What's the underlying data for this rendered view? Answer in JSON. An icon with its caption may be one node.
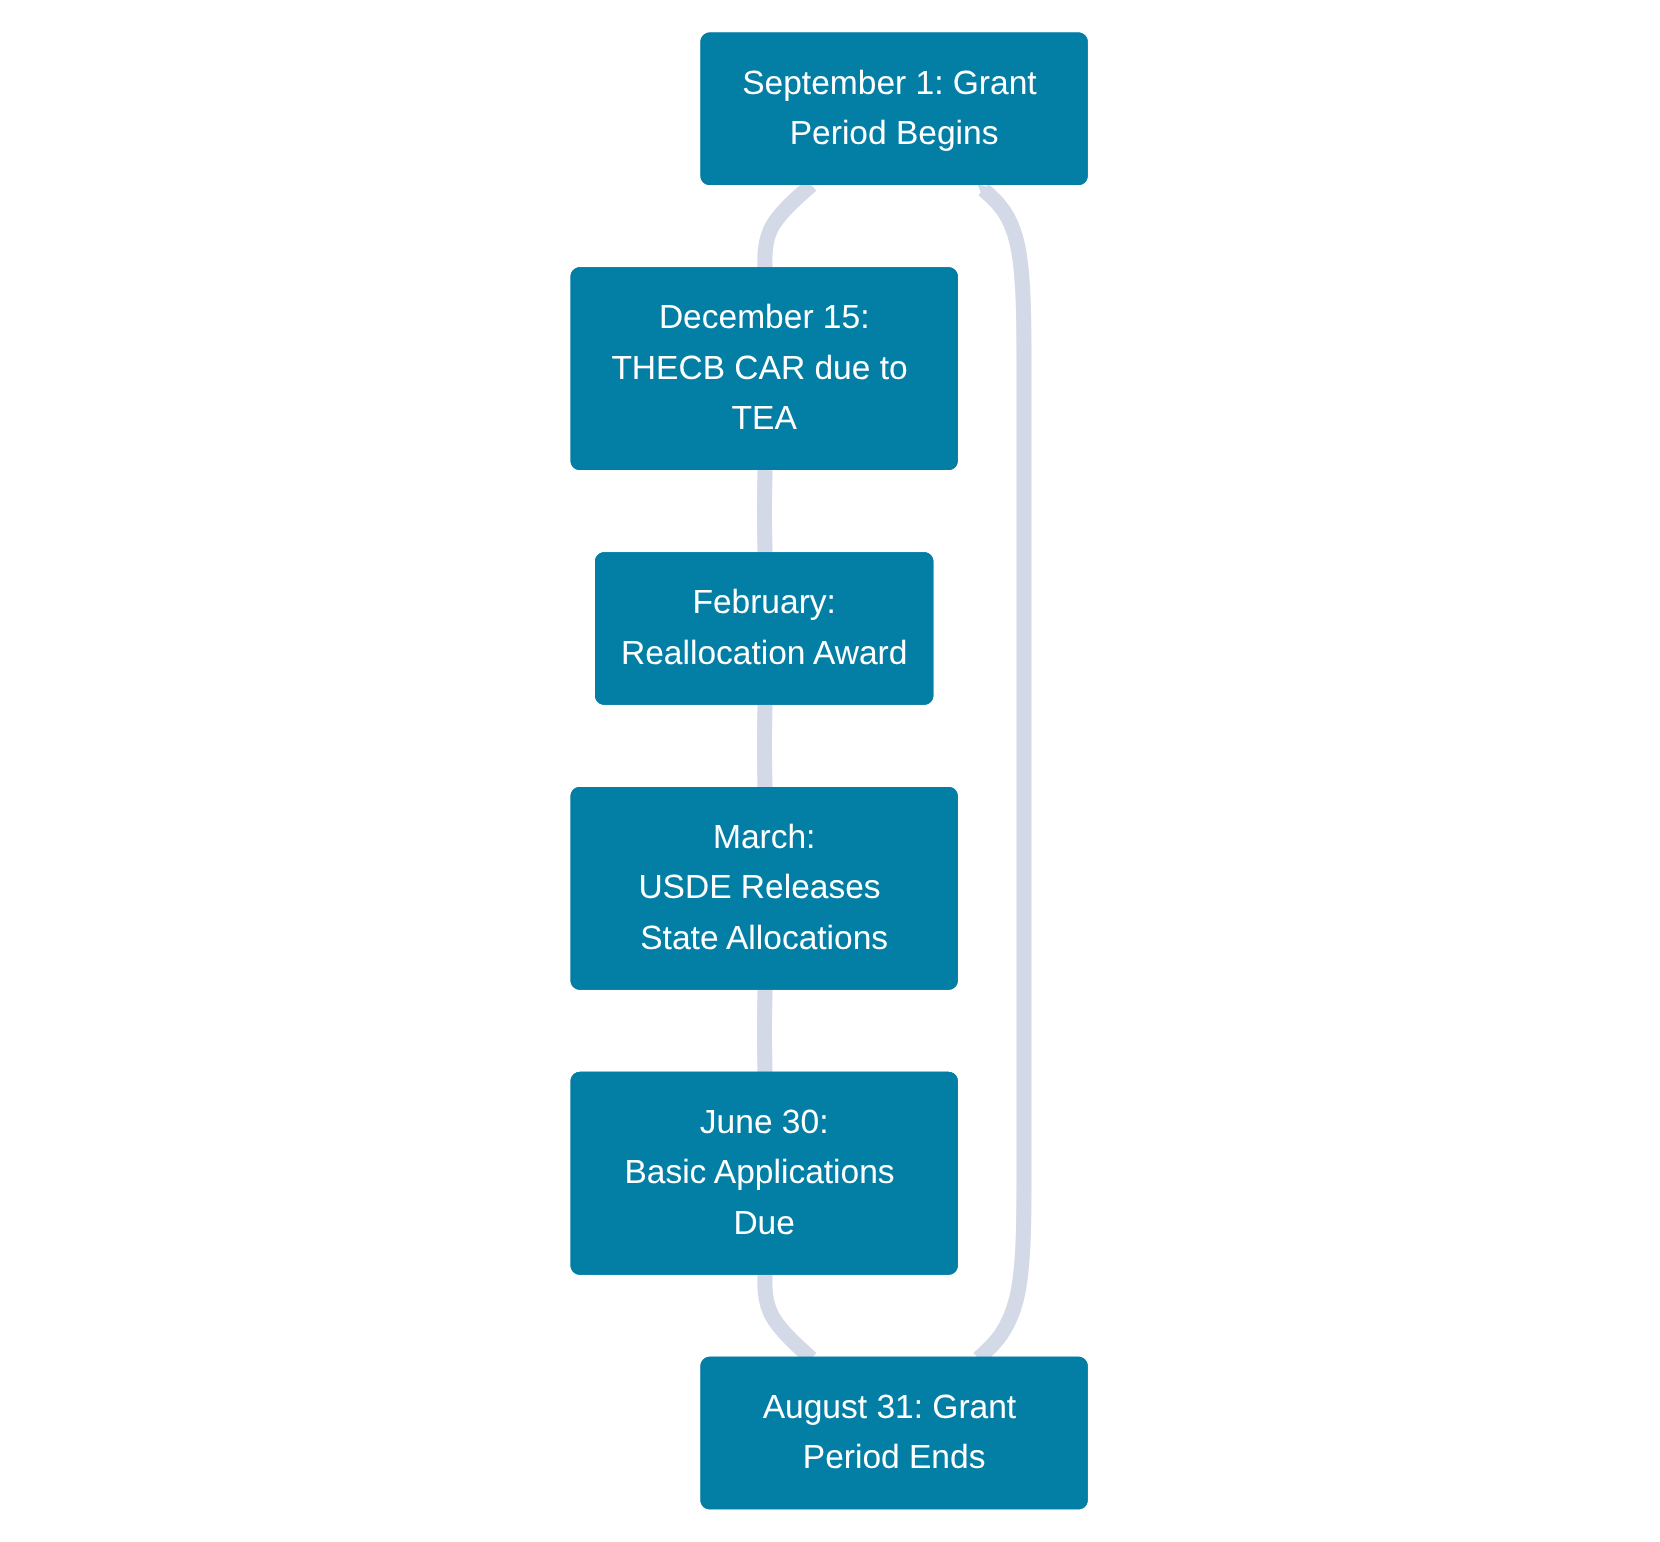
{
  "diagram": {
    "nodes": [
      {
        "text": [
          "September 1: Grant Period Begins"
        ]
      },
      {
        "text": [
          "December 15:",
          "THECB CAR due to TEA"
        ]
      },
      {
        "text": [
          "February:",
          "Reallocation Award"
        ]
      },
      {
        "text": [
          "March:",
          "USDE Releases State Allocations"
        ]
      },
      {
        "text": [
          "June 30:",
          "Basic Applications Due"
        ]
      },
      {
        "text": [
          "August 31: Grant Period Ends"
        ]
      }
    ],
    "edges": [
      {
        "from": 0,
        "to": 1,
        "arrow": "none"
      },
      {
        "from": 1,
        "to": 2,
        "arrow": "none"
      },
      {
        "from": 2,
        "to": 3,
        "arrow": "none"
      },
      {
        "from": 3,
        "to": 4,
        "arrow": "none"
      },
      {
        "from": 4,
        "to": 5,
        "arrow": "none"
      },
      {
        "from": 5,
        "to": 0,
        "arrow": "to"
      }
    ]
  }
}
